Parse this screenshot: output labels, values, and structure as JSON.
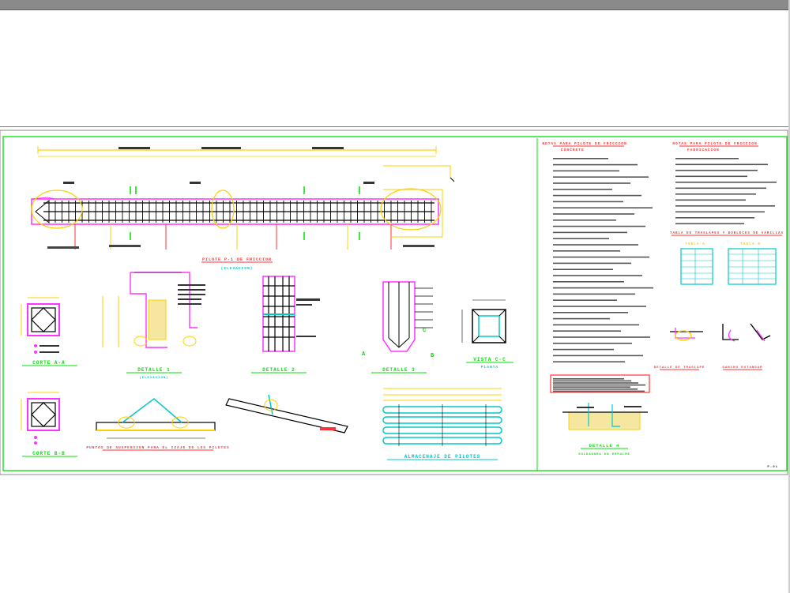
{
  "window": {
    "title_bar": ""
  },
  "labels": {
    "main_elevation": "PILOTE P-1 DE FRICCION",
    "main_elevation_sub": "(ELEVACION)",
    "corte_a": "CORTE A-A",
    "corte_b": "CORTE B-B",
    "detalle_1": "DETALLE 1",
    "detalle_1_sub": "(ELEVACION)",
    "detalle_2": "DETALLE 2",
    "detalle_3": "DETALLE 3",
    "vista_cc": "VISTA C-C",
    "vista_cc_sub": "PLANTA",
    "puntos_izaje": "PUNTOS DE SUSPENSION PARA EL IZAJE DE LOS PILOTES",
    "almacenaje": "ALMACENAJE DE PILOTES",
    "notas_1_title": "NOTAS PARA PILOTE DE FRICCION",
    "notas_1_sub": "CONCRETO",
    "notas_2_title": "NOTAS PARA PILOTE DE FRICCION",
    "notas_2_sub": "FABRICACION",
    "tabla_title": "TABLA DE TRASLAPES Y DOBLECES DE VARILLAS",
    "tabla_a": "TABLA A",
    "tabla_b": "TABLA B",
    "detalle_traslape": "DETALLE DE TRASLAPE",
    "gancho": "GANCHO ESTANDAR",
    "detalle_4": "DETALLE 4",
    "detalle_4_sub": "SOLDADURA EN EMPALME",
    "section_mark_a": "A",
    "section_mark_b": "B",
    "section_mark_c": "C",
    "sheet_code": "P-01"
  },
  "colors": {
    "frame": "#00ff00",
    "rebar": "#000000",
    "pile_outline": "#ff00ff",
    "dimensions": "#ffff00",
    "text_main": "#ff0000",
    "tables": "#00ffff",
    "notes_box": "#ff0000"
  }
}
